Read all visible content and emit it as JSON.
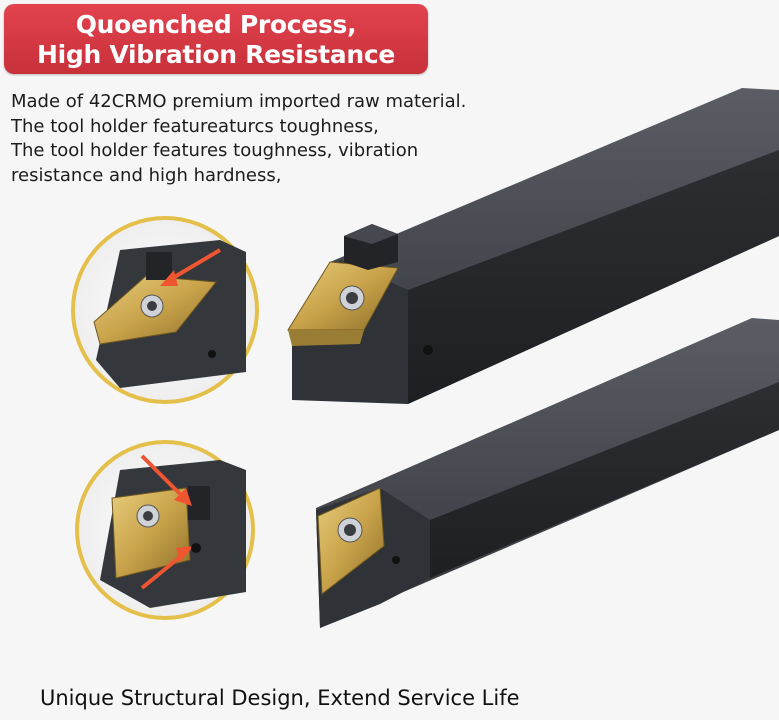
{
  "banner": {
    "line1": "Quoenched Process,",
    "line2": "High Vibration Resistance"
  },
  "description": {
    "lines": [
      "Made of 42CRMO premium imported raw material.",
      "The tool holder featureaturcs toughness,",
      "The tool holder features toughness, vibration",
      "resistance and high hardness,"
    ]
  },
  "footer": {
    "text": "Unique Structural Design, Extend Service Life"
  },
  "colors": {
    "banner_red": "#d63a44",
    "tool_body": "#3a3d42",
    "insert_gold": "#c9a34a",
    "arrow": "#ee5530"
  }
}
